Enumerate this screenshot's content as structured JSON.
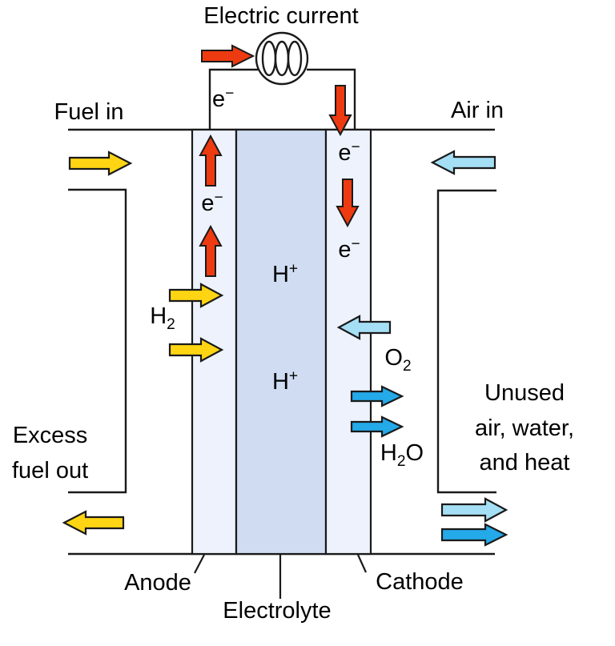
{
  "title": "Electric current",
  "colors": {
    "red": "#ee3a10",
    "yellow": "#ffd513",
    "light_blue": "#a5dff5",
    "blue": "#24a9e9",
    "electrode_fill": "#edf2fc",
    "electrolyte_fill": "#cfdcf2",
    "line": "#1a1a1a",
    "circle_fill": "#ffffff"
  },
  "streams": {
    "fuel_in": "Fuel in",
    "air_in": "Air in",
    "excess_fuel_line1": "Excess",
    "excess_fuel_line2": "fuel out",
    "unused_line1": "Unused",
    "unused_line2": "air, water,",
    "unused_line3": "and heat"
  },
  "layers": {
    "anode": "Anode",
    "electrolyte": "Electrolyte",
    "cathode": "Cathode"
  },
  "species": {
    "electron": {
      "base": "e",
      "sup": "−"
    },
    "proton": {
      "base": "H",
      "sup": "+"
    },
    "hydrogen": {
      "base": "H",
      "sub": "2"
    },
    "oxygen": {
      "base": "O",
      "sub": "2"
    },
    "water": {
      "pre": "H",
      "sub": "2",
      "post": "O"
    }
  }
}
